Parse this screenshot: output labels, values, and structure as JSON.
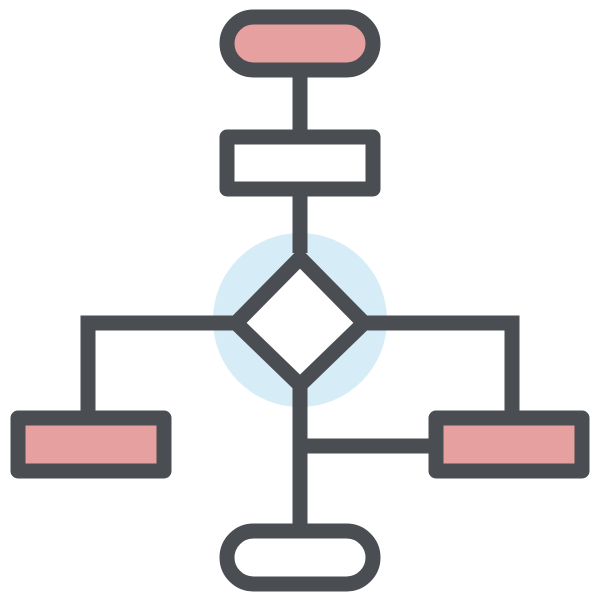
{
  "icon": {
    "name": "flowchart-icon",
    "colors": {
      "stroke": "#4a4d52",
      "accent_fill": "#e5a09f",
      "highlight": "#d6ecf7",
      "background": "#ffffff",
      "empty_fill": "#ffffff"
    },
    "parts": [
      "start-terminator-shape",
      "process-box-shape",
      "decision-diamond-shape",
      "left-branch-box-shape",
      "right-branch-box-shape",
      "end-terminator-shape",
      "connector-lines"
    ]
  }
}
